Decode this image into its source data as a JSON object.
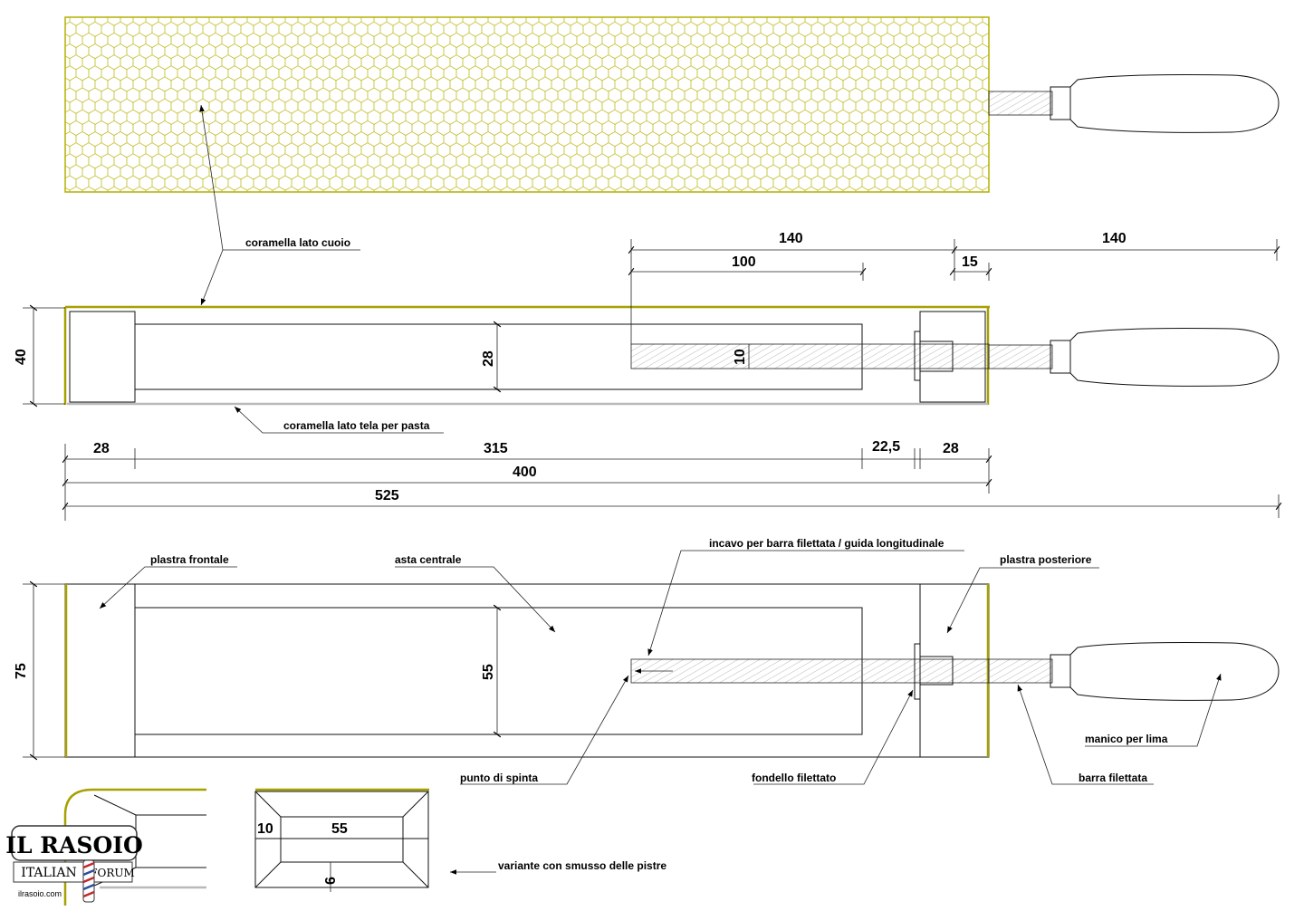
{
  "colors": {
    "leather": "#b4b000",
    "hex_fill": "#f4f6c8",
    "line": "#111111",
    "cloth": "#b9b9b9",
    "barber_red": "#c0282d",
    "barber_blue": "#2a4d9c"
  },
  "labels": {
    "coramella_cuoio": "coramella lato cuoio",
    "coramella_tela": "coramella lato tela per pasta",
    "plastra_frontale": "plastra frontale",
    "asta_centrale": "asta centrale",
    "incavo": "incavo per barra filettata / guida longitudinale",
    "plastra_posteriore": "plastra posteriore",
    "punto_spinta": "punto di spinta",
    "fondello": "fondello filettato",
    "barra": "barra filettata",
    "manico": "manico per lima",
    "variante": "variante con smusso delle pistre"
  },
  "dims": {
    "top_140_a": "140",
    "top_100": "100",
    "top_15": "15",
    "top_140_b": "140",
    "h40": "40",
    "h28": "28",
    "h10": "10",
    "b28_a": "28",
    "b315": "315",
    "b22_5": "22,5",
    "b28_b": "28",
    "b400": "400",
    "b525": "525",
    "h75": "75",
    "h55": "55",
    "d10": "10",
    "d55": "55",
    "d6": "6"
  },
  "logo": {
    "line1": "IL RASOIO",
    "line2": "ITALIAN",
    "line3": "FORUM",
    "site": "ilrasoio.com"
  }
}
